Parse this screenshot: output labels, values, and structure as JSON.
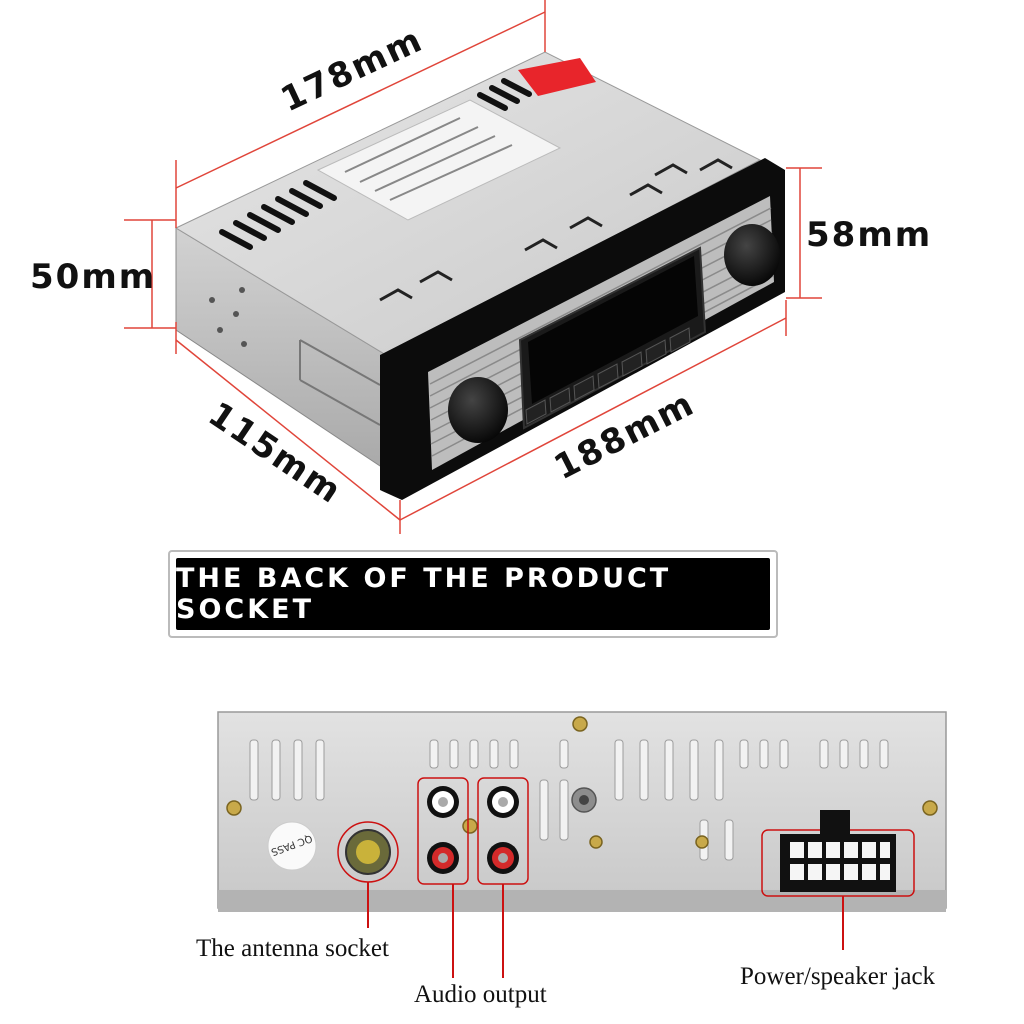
{
  "dimensions": {
    "width_top": "178mm",
    "height_back": "50mm",
    "height_front": "58mm",
    "depth": "115mm",
    "width_front": "188mm"
  },
  "banner": {
    "text": "THE BACK OF THE PRODUCT SOCKET"
  },
  "callouts": {
    "antenna": "The antenna socket",
    "audio": "Audio output",
    "power": "Power/speaker jack"
  },
  "sticker": {
    "text": "QC PASS"
  },
  "colors": {
    "dimension_line": "#e0453a",
    "callout_line": "#cc1111",
    "rca_red": "#d42a2a",
    "banner_bg": "#000000"
  }
}
